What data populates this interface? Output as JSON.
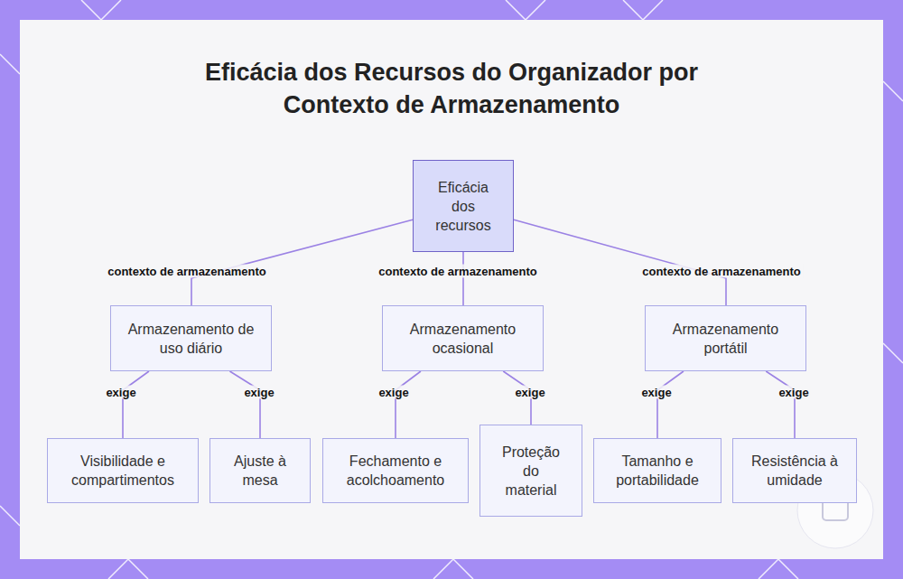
{
  "diagram": {
    "title": "Eficácia dos Recursos do Organizador por Contexto de Armazenamento",
    "nodes": [
      {
        "text": [
          "Eficácia dos recursos"
        ]
      },
      {
        "text": [
          "Armazenamento de uso diário"
        ]
      },
      {
        "text": [
          "Armazenamento ocasional"
        ]
      },
      {
        "text": [
          "Armazenamento portátil"
        ]
      },
      {
        "text": [
          "Visibilidade e compartimentos"
        ]
      },
      {
        "text": [
          "Ajuste à mesa"
        ]
      },
      {
        "text": [
          "Fechamento e acolchoamento"
        ]
      },
      {
        "text": [
          "Proteção do material"
        ]
      },
      {
        "text": [
          "Tamanho e portabilidade"
        ]
      },
      {
        "text": [
          "Resistência à umidade"
        ]
      }
    ],
    "edges": [
      {
        "from": 0,
        "to": 1,
        "label": "contexto de armazenamento",
        "arrow": "none"
      },
      {
        "from": 0,
        "to": 2,
        "label": "contexto de armazenamento",
        "arrow": "none"
      },
      {
        "from": 0,
        "to": 3,
        "label": "contexto de armazenamento",
        "arrow": "none"
      },
      {
        "from": 1,
        "to": 4,
        "label": "exige",
        "arrow": "none"
      },
      {
        "from": 1,
        "to": 5,
        "label": "exige",
        "arrow": "none"
      },
      {
        "from": 2,
        "to": 6,
        "label": "exige",
        "arrow": "none"
      },
      {
        "from": 2,
        "to": 7,
        "label": "exige",
        "arrow": "none"
      },
      {
        "from": 3,
        "to": 8,
        "label": "exige",
        "arrow": "none"
      },
      {
        "from": 3,
        "to": 9,
        "label": "exige",
        "arrow": "none"
      }
    ]
  }
}
